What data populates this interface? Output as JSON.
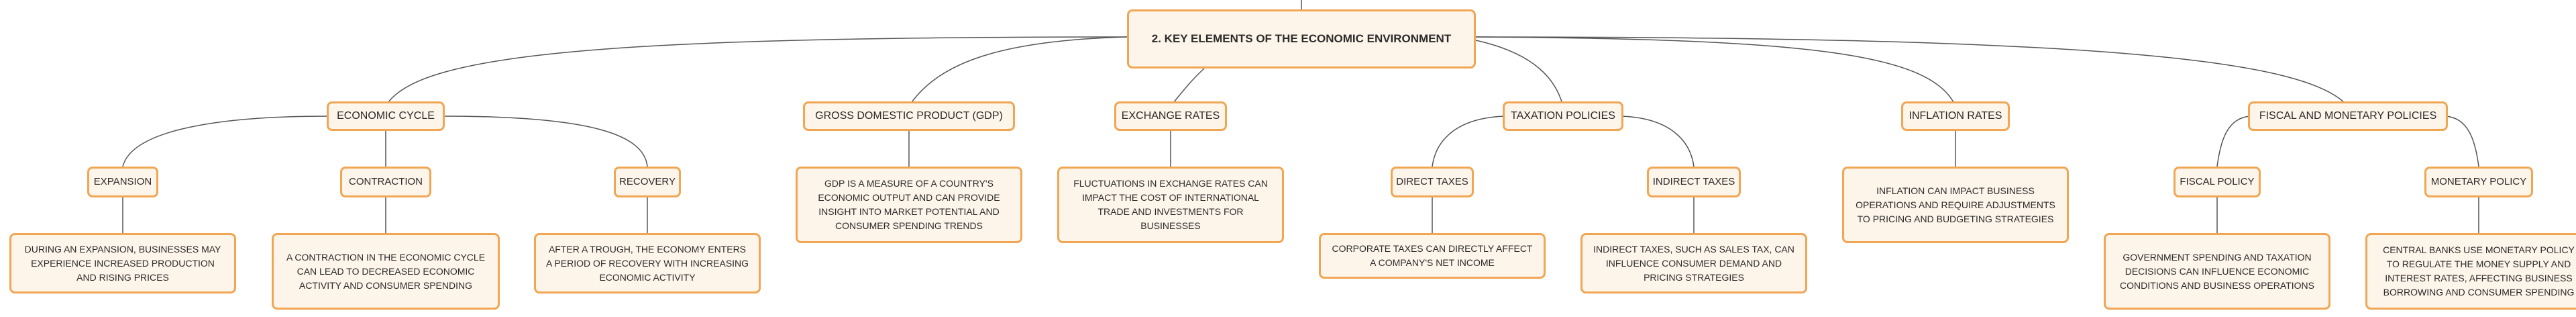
{
  "colors": {
    "box_fill": "#fdf4ea",
    "box_border": "#f0a653",
    "connector": "#555555",
    "text": "#2b2b2b"
  },
  "root": "2. KEY ELEMENTS OF THE ECONOMIC ENVIRONMENT",
  "topics": {
    "economic_cycle": {
      "label": "ECONOMIC CYCLE",
      "expansion": {
        "label": "EXPANSION",
        "note": "DURING AN EXPANSION, BUSINESSES MAY EXPERIENCE INCREASED PRODUCTION AND RISING PRICES"
      },
      "contraction": {
        "label": "CONTRACTION",
        "note": "A CONTRACTION IN THE ECONOMIC CYCLE CAN LEAD TO DECREASED ECONOMIC ACTIVITY AND CONSUMER SPENDING"
      },
      "recovery": {
        "label": "RECOVERY",
        "note": "AFTER A TROUGH, THE ECONOMY ENTERS A PERIOD OF RECOVERY WITH INCREASING ECONOMIC ACTIVITY"
      }
    },
    "gdp": {
      "label": "GROSS DOMESTIC PRODUCT (GDP)",
      "note": "GDP IS A MEASURE OF A COUNTRY'S ECONOMIC OUTPUT AND CAN PROVIDE INSIGHT INTO MARKET POTENTIAL AND CONSUMER SPENDING TRENDS"
    },
    "exchange_rates": {
      "label": "EXCHANGE RATES",
      "note": "FLUCTUATIONS IN EXCHANGE RATES CAN IMPACT THE COST OF INTERNATIONAL TRADE AND INVESTMENTS FOR BUSINESSES"
    },
    "taxation": {
      "label": "TAXATION POLICIES",
      "direct": {
        "label": "DIRECT TAXES",
        "note": "CORPORATE TAXES CAN DIRECTLY AFFECT A COMPANY'S NET INCOME"
      },
      "indirect": {
        "label": "INDIRECT TAXES",
        "note": "INDIRECT TAXES, SUCH AS SALES TAX, CAN INFLUENCE CONSUMER DEMAND AND PRICING STRATEGIES"
      }
    },
    "inflation": {
      "label": "INFLATION RATES",
      "note": "INFLATION CAN IMPACT BUSINESS OPERATIONS AND REQUIRE ADJUSTMENTS TO PRICING AND BUDGETING STRATEGIES"
    },
    "fiscal_monetary": {
      "label": "FISCAL AND MONETARY POLICIES",
      "fiscal": {
        "label": "FISCAL POLICY",
        "note": "GOVERNMENT SPENDING AND TAXATION DECISIONS CAN INFLUENCE ECONOMIC CONDITIONS AND BUSINESS OPERATIONS"
      },
      "monetary": {
        "label": "MONETARY POLICY",
        "note": "CENTRAL BANKS USE MONETARY POLICY TO REGULATE THE MONEY SUPPLY AND INTEREST RATES, AFFECTING BUSINESS BORROWING AND CONSUMER SPENDING"
      }
    }
  }
}
